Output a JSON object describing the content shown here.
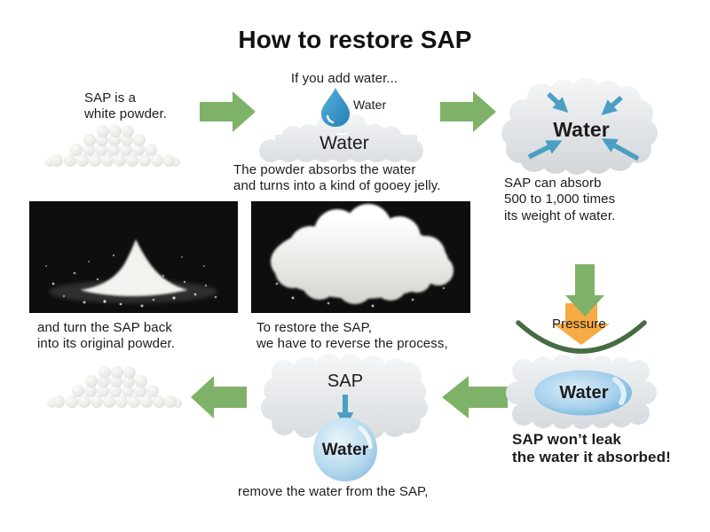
{
  "title": "How to restore SAP",
  "colors": {
    "green_arrow": "#7fb269",
    "orange_arrow": "#f6ab45",
    "arc_green": "#456c42",
    "blue_arrow": "#4a9fc2",
    "drop_blue_dark": "#2e8fc4",
    "drop_blue_light": "#8cc6e6",
    "cloud_light": "#f5f7f8",
    "cloud_dark": "#d6dadd",
    "text": "#1c1c1c",
    "photo_bg": "#0e0e0e"
  },
  "steps": {
    "powder": {
      "lines": [
        "SAP is a",
        "white powder."
      ]
    },
    "add_water": {
      "heading": "If you add water...",
      "drop_label": "Water",
      "jelly_label": "Water",
      "lines": [
        "The powder absorbs the water",
        "and turns into a kind of gooey jelly."
      ]
    },
    "absorb": {
      "cloud_label": "Water",
      "lines": [
        "SAP can absorb",
        "500 to 1,000 times",
        "its weight of water."
      ]
    },
    "restore": {
      "lines": [
        "To restore the SAP,",
        "we have to reverse the process,"
      ]
    },
    "remove": {
      "cloud_label": "SAP",
      "ball_label": "Water",
      "caption": "remove the water from the SAP,"
    },
    "back": {
      "lines": [
        "and turn the SAP back",
        "into its original powder."
      ]
    },
    "pressure": {
      "label": "Pressure",
      "ellipse_label": "Water",
      "lines": [
        "SAP won’t leak",
        "the water it absorbed!"
      ]
    }
  }
}
